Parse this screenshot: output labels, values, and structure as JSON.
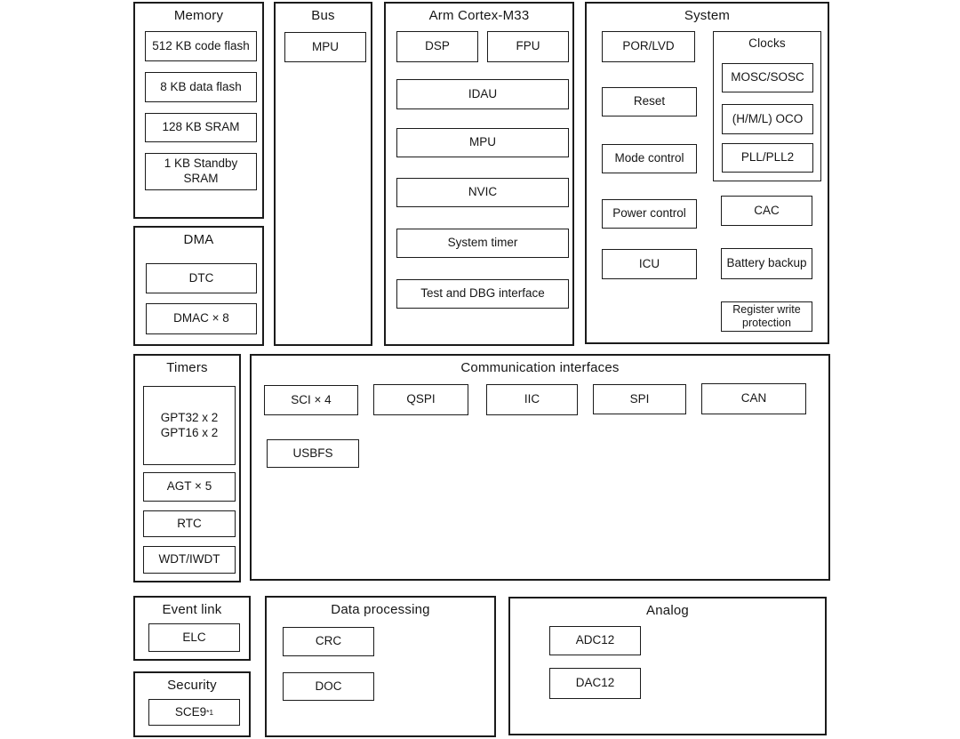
{
  "colors": {
    "border": "#1b1b1b",
    "text": "#161616",
    "background": "#ffffff"
  },
  "diagram": {
    "memory": {
      "title": "Memory",
      "items": [
        {
          "label": "512 KB code flash"
        },
        {
          "label": "8 KB data flash"
        },
        {
          "label": "128 KB SRAM"
        },
        {
          "label": "1 KB Standby\nSRAM"
        }
      ]
    },
    "dma": {
      "title": "DMA",
      "items": [
        {
          "label": "DTC"
        },
        {
          "label": "DMAC × 8"
        }
      ]
    },
    "bus": {
      "title": "Bus",
      "items": [
        {
          "label": "MPU"
        }
      ]
    },
    "arm": {
      "title": "Arm Cortex-M33",
      "items": [
        {
          "label": "DSP"
        },
        {
          "label": "FPU"
        },
        {
          "label": "IDAU"
        },
        {
          "label": "MPU"
        },
        {
          "label": "NVIC"
        },
        {
          "label": "System timer"
        },
        {
          "label": "Test and DBG interface"
        }
      ]
    },
    "system": {
      "title": "System",
      "left_items": [
        {
          "label": "POR/LVD"
        },
        {
          "label": "Reset"
        },
        {
          "label": "Mode control"
        },
        {
          "label": "Power control"
        },
        {
          "label": "ICU"
        }
      ],
      "clocks": {
        "title": "Clocks",
        "items": [
          {
            "label": "MOSC/SOSC"
          },
          {
            "label": "(H/M/L) OCO"
          },
          {
            "label": "PLL/PLL2"
          }
        ]
      },
      "right_items": [
        {
          "label": "CAC"
        },
        {
          "label": "Battery backup"
        },
        {
          "label": "Register write\nprotection"
        }
      ]
    },
    "timers": {
      "title": "Timers",
      "items": [
        {
          "label": "GPT32 x 2\nGPT16 x 2"
        },
        {
          "label": "AGT × 5"
        },
        {
          "label": "RTC"
        },
        {
          "label": "WDT/IWDT"
        }
      ]
    },
    "comm": {
      "title": "Communication interfaces",
      "items": [
        {
          "label": "SCI × 4"
        },
        {
          "label": "QSPI"
        },
        {
          "label": "IIC"
        },
        {
          "label": "SPI"
        },
        {
          "label": "CAN"
        },
        {
          "label": "USBFS"
        }
      ]
    },
    "event_link": {
      "title": "Event link",
      "items": [
        {
          "label": "ELC"
        }
      ]
    },
    "security": {
      "title": "Security",
      "items": [
        {
          "label": "SCE9",
          "sup": "*1"
        }
      ]
    },
    "data_processing": {
      "title": "Data processing",
      "items": [
        {
          "label": "CRC"
        },
        {
          "label": "DOC"
        }
      ]
    },
    "analog": {
      "title": "Analog",
      "items": [
        {
          "label": "ADC12"
        },
        {
          "label": "DAC12"
        }
      ]
    }
  }
}
